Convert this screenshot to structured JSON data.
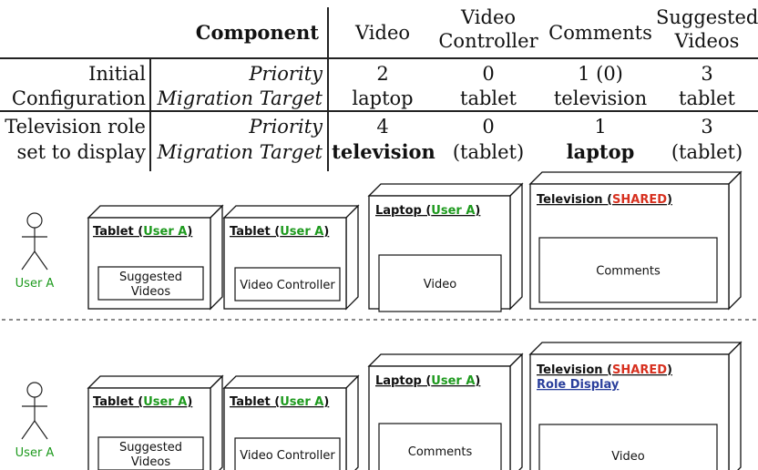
{
  "table": {
    "header": {
      "component": "Component",
      "columns": [
        "Video",
        "Video\nController",
        "Comments",
        "Suggested\nVideos"
      ]
    },
    "rows": [
      {
        "group_lines": [
          "Initial",
          "Configuration"
        ],
        "priority_label": "Priority",
        "target_label": "Migration Target",
        "priorities": [
          "2",
          "0",
          "1 (0)",
          "3"
        ],
        "targets": [
          "laptop",
          "tablet",
          "television",
          "tablet"
        ]
      },
      {
        "group_lines": [
          "Television role",
          "set to display"
        ],
        "priority_label": "Priority",
        "target_label": "Migration Target",
        "priorities": [
          "4",
          "0",
          "1",
          "3"
        ],
        "targets": [
          "television",
          "(tablet)",
          "laptop",
          "(tablet)"
        ]
      }
    ]
  },
  "diagrams": [
    {
      "actor_label": "User A",
      "devices": [
        {
          "device": "Tablet",
          "owner": "User A",
          "component": "Suggested\nVideos"
        },
        {
          "device": "Tablet",
          "owner": "User A",
          "component": "Video Controller"
        },
        {
          "device": "Laptop",
          "owner": "User A",
          "component": "Video"
        },
        {
          "device": "Television",
          "owner": "SHARED",
          "role": "",
          "component": "Comments"
        }
      ]
    },
    {
      "actor_label": "User A",
      "devices": [
        {
          "device": "Tablet",
          "owner": "User A",
          "component": "Suggested\nVideos"
        },
        {
          "device": "Tablet",
          "owner": "User A",
          "component": "Video Controller"
        },
        {
          "device": "Laptop",
          "owner": "User A",
          "component": "Comments"
        },
        {
          "device": "Television",
          "owner": "SHARED",
          "role": "Role Display",
          "component": "Video"
        }
      ]
    }
  ],
  "colors": {
    "user_green": "#1e9a1e",
    "shared_red": "#d7301f",
    "role_blue": "#2a3f9c",
    "ink": "#111111"
  }
}
